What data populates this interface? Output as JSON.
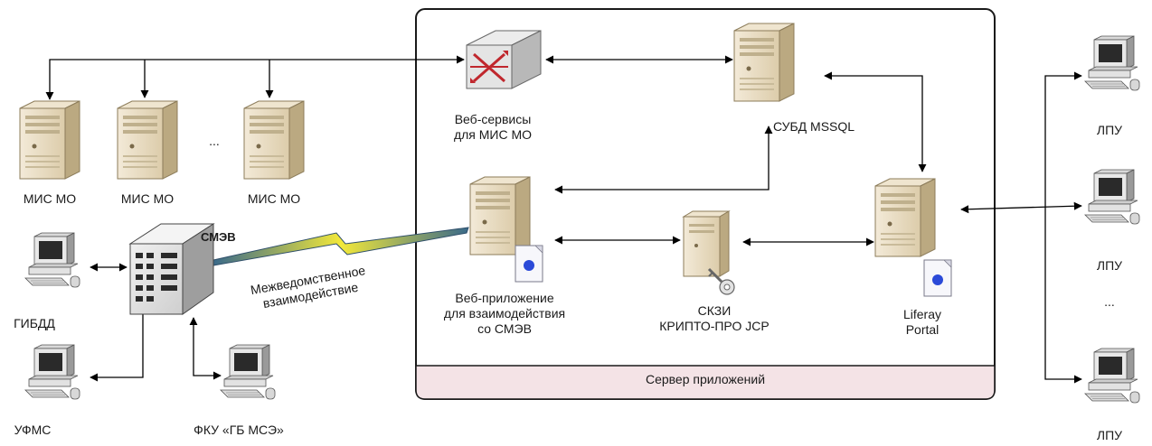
{
  "labels": {
    "mis_mo_1": "МИС МО",
    "mis_mo_2": "МИС МО",
    "mis_mo_3": "МИС МО",
    "mis_ellipsis": "...",
    "web_services_line1": "Веб-сервисы",
    "web_services_line2": "для МИС МО",
    "dbms": "СУБД MSSQL",
    "smev": "СМЭВ",
    "interagency_line1": "Межведомственное",
    "interagency_line2": "взаимодействие",
    "gibdd": "ГИБДД",
    "ufms": "УФМС",
    "fku": "ФКУ «ГБ МСЭ»",
    "web_app_line1": "Веб-приложение",
    "web_app_line2": "для взаимодействия",
    "web_app_line3": "со СМЭВ",
    "skzi_line1": "СКЗИ",
    "skzi_line2": "КРИПТО-ПРО JCP",
    "liferay_line1": "Liferay",
    "liferay_line2": "Portal",
    "lpu_1": "ЛПУ",
    "lpu_2": "ЛПУ",
    "lpu_ellipsis": "...",
    "lpu_3": "ЛПУ",
    "server_footer": "Сервер приложений"
  },
  "colors": {
    "server_case": "#e9dcc2",
    "server_side": "#b9a77f",
    "server_top": "#d8c9a6",
    "footer_fill": "#f4e3e6",
    "router_red": "#c0272d",
    "smev_box": "#e6e6e6",
    "lightning": "#f2e83a",
    "lightning_edge": "#2f4f6a",
    "doc_dot": "#2b4ad8"
  },
  "icons": {
    "server": "server-tower-icon",
    "router": "router-icon",
    "workstation": "workstation-icon",
    "smev_gateway": "gateway-box-icon",
    "key": "key-icon",
    "document": "document-icon",
    "link": "lightning-bolt-icon"
  }
}
